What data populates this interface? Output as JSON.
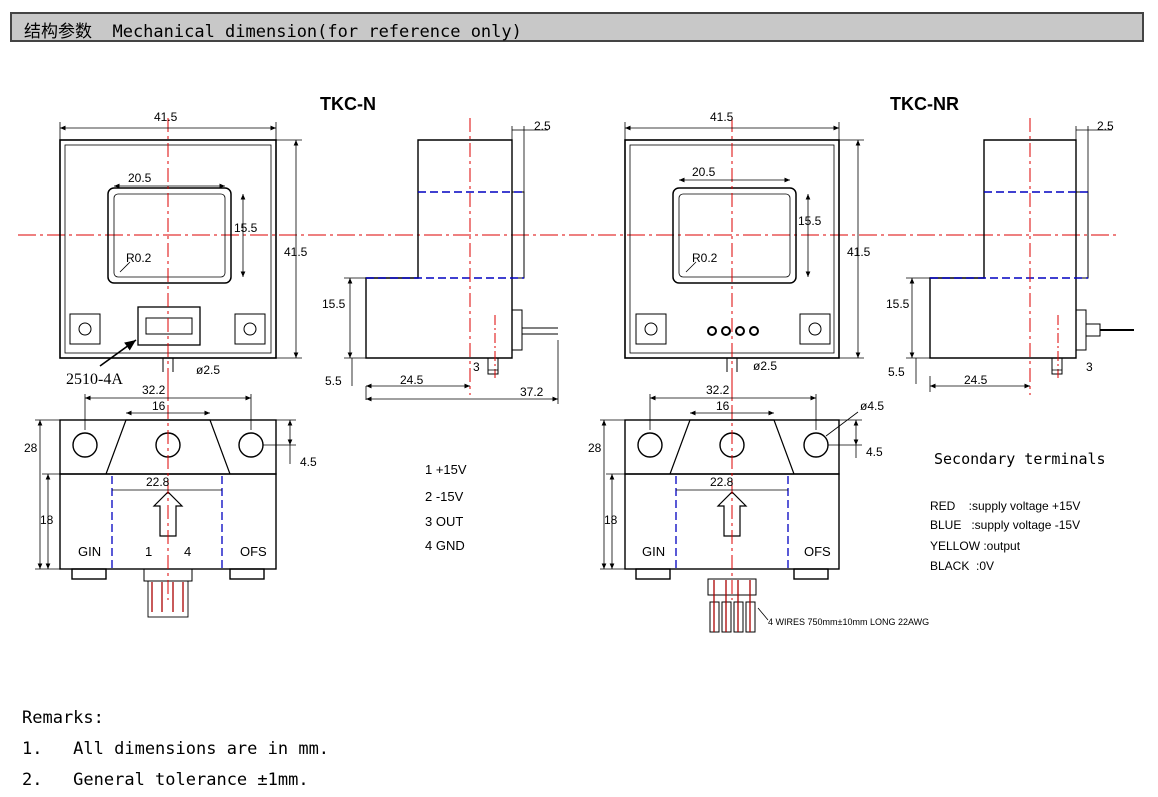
{
  "header": {
    "title": "结构参数  Mechanical dimension(for reference only)"
  },
  "models": {
    "left": "TKC-N",
    "right": "TKC-NR"
  },
  "dims": {
    "w415": "41.5",
    "h415": "41.5",
    "win_w": "20.5",
    "win_h": "15.5",
    "radius": "R0.2",
    "t25": "2.5",
    "h155": "15.5",
    "d55": "5.5",
    "d245": "24.5",
    "d3": "3",
    "d372": "37.2",
    "pin_dia": "ø2.5",
    "d322": "32.2",
    "d16": "16",
    "d28": "28",
    "d45": "4.5",
    "d228": "22.8",
    "d18": "18",
    "hole_dia": "ø4.5"
  },
  "connector": "2510-4A",
  "labels": {
    "gin": "GIN",
    "ofs": "OFS",
    "pin1": "1",
    "pin4": "4"
  },
  "pinout": [
    "1  +15V",
    "2  -15V",
    "3   OUT",
    "4   GND"
  ],
  "wires_note": "4 WIRES 750mm±10mm LONG 22AWG",
  "secondary": {
    "title": "Secondary terminals",
    "items": [
      "RED    :supply voltage +15V",
      "BLUE   :supply voltage -15V",
      "YELLOW :output",
      "BLACK  :0V"
    ]
  },
  "remarks": {
    "title": "Remarks:",
    "items": [
      "1.   All dimensions are in mm.",
      "2.   General tolerance ±1mm."
    ]
  }
}
